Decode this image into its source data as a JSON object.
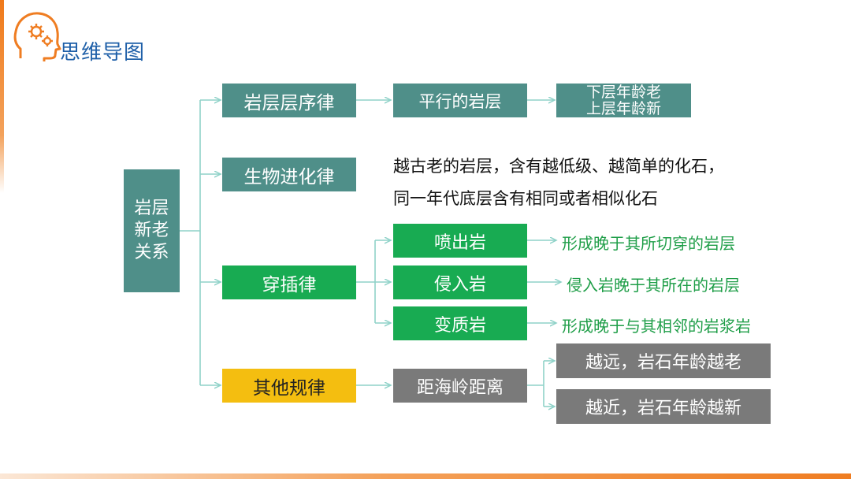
{
  "header": {
    "title": "思维导图"
  },
  "root": {
    "lines": [
      "岩层",
      "新老",
      "关系"
    ]
  },
  "branches": [
    {
      "label": "岩层层序律",
      "color": "#4f8f89",
      "child": {
        "label": "平行的岩层"
      },
      "result": {
        "lines": [
          "下层年龄老",
          "上层年龄新"
        ]
      }
    },
    {
      "label": "生物进化律",
      "color": "#4f8f89",
      "description": [
        "越古老的岩层，含有越低级、越简单的化石，",
        "同一年代底层含有相同或者相似化石"
      ]
    },
    {
      "label": "穿插律",
      "color": "#18ab52",
      "children": [
        {
          "label": "喷出岩",
          "note": "形成晚于其所切穿的岩层"
        },
        {
          "label": "侵入岩",
          "note": "侵入岩晚于其所在的岩层"
        },
        {
          "label": "变质岩",
          "note": "形成晚于与其相邻的岩浆岩"
        }
      ]
    },
    {
      "label": "其他规律",
      "color": "#f4be10",
      "child": {
        "label": "距海岭距离"
      },
      "results": [
        {
          "label": "越远，岩石年龄越老"
        },
        {
          "label": "越近，岩石年龄越新"
        }
      ]
    }
  ],
  "colors": {
    "teal": "#4f8f89",
    "green": "#18ab52",
    "gold": "#f4be10",
    "gray": "#7a7a7a",
    "title_blue": "#1e5fa8",
    "connector": "#8fd2c8",
    "accent_orange": "#ef7d22"
  }
}
